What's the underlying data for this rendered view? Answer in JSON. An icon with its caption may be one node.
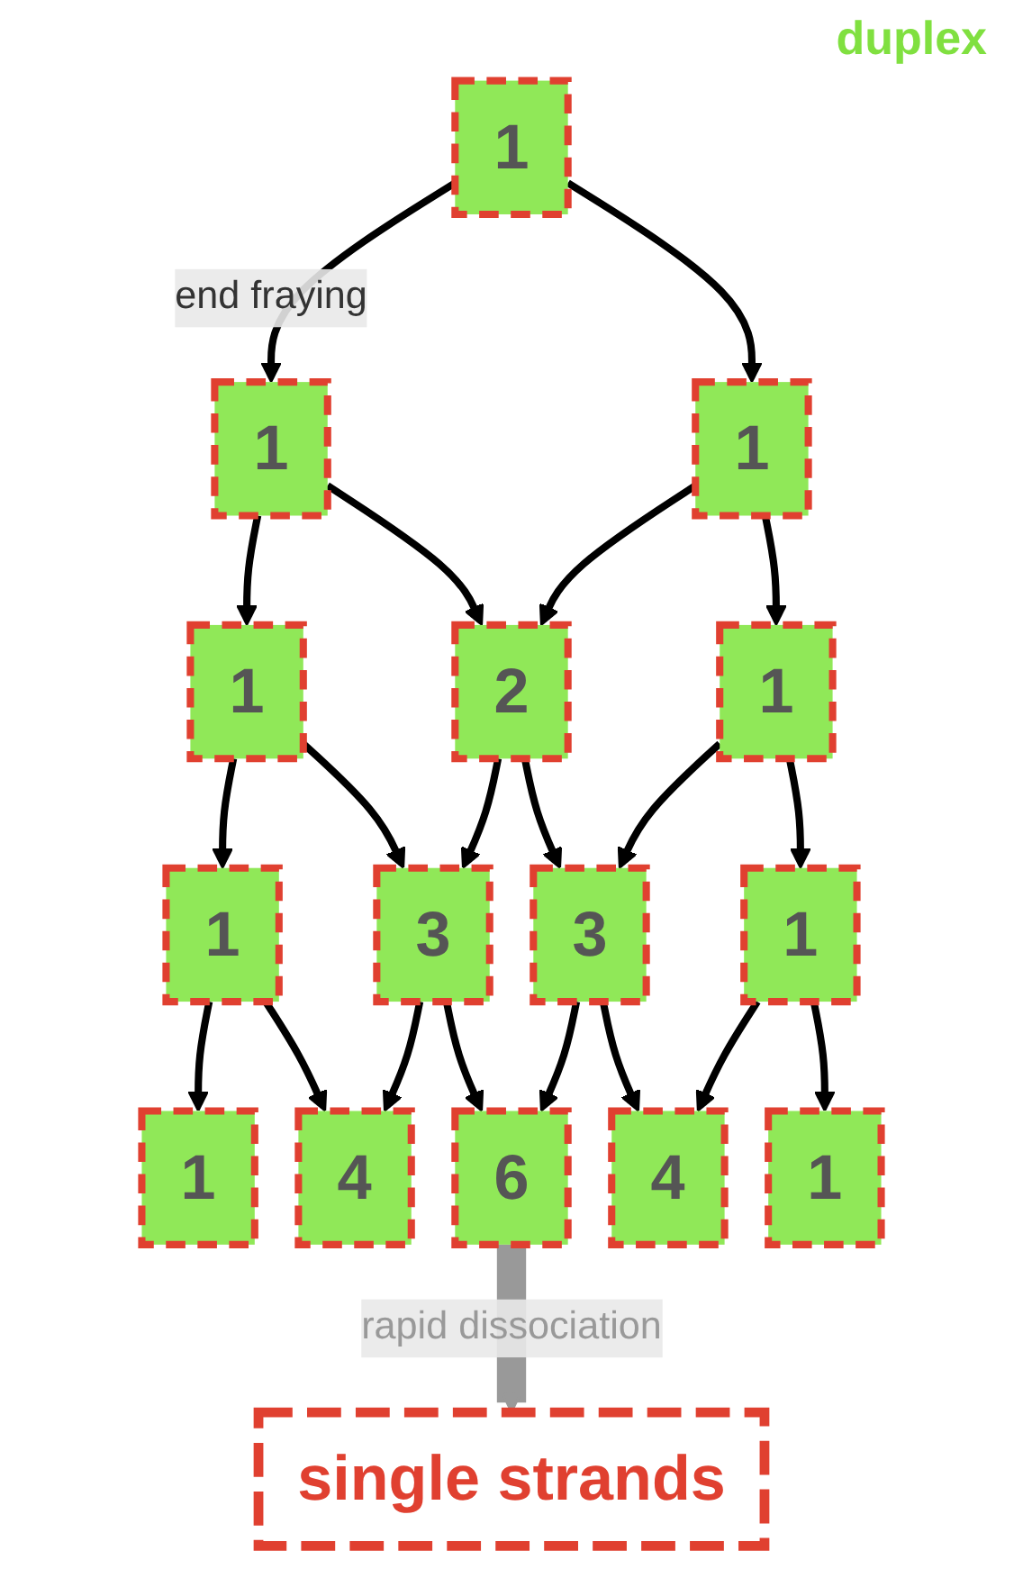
{
  "diagram": {
    "nodes": [
      {
        "text": [
          "1"
        ]
      },
      {
        "text": [
          "1"
        ]
      },
      {
        "text": [
          "1"
        ]
      },
      {
        "text": [
          "1"
        ]
      },
      {
        "text": [
          "2"
        ]
      },
      {
        "text": [
          "1"
        ]
      },
      {
        "text": [
          "1"
        ]
      },
      {
        "text": [
          "3"
        ]
      },
      {
        "text": [
          "3"
        ]
      },
      {
        "text": [
          "1"
        ]
      },
      {
        "text": [
          "1"
        ]
      },
      {
        "text": [
          "4"
        ]
      },
      {
        "text": [
          "6"
        ]
      },
      {
        "text": [
          "4"
        ]
      },
      {
        "text": [
          "1"
        ]
      },
      {
        "text": [
          "single strands"
        ]
      }
    ],
    "edges": [
      {
        "from": 0,
        "to": 1,
        "arrow": "to",
        "label": "end fraying"
      },
      {
        "from": 0,
        "to": 2,
        "arrow": "to"
      },
      {
        "from": 1,
        "to": 3,
        "arrow": "to"
      },
      {
        "from": 1,
        "to": 4,
        "arrow": "to"
      },
      {
        "from": 2,
        "to": 4,
        "arrow": "to"
      },
      {
        "from": 2,
        "to": 5,
        "arrow": "to"
      },
      {
        "from": 3,
        "to": 6,
        "arrow": "to"
      },
      {
        "from": 3,
        "to": 7,
        "arrow": "to"
      },
      {
        "from": 4,
        "to": 7,
        "arrow": "to"
      },
      {
        "from": 4,
        "to": 8,
        "arrow": "to"
      },
      {
        "from": 5,
        "to": 8,
        "arrow": "to"
      },
      {
        "from": 5,
        "to": 9,
        "arrow": "to"
      },
      {
        "from": 6,
        "to": 10,
        "arrow": "to"
      },
      {
        "from": 6,
        "to": 11,
        "arrow": "to"
      },
      {
        "from": 7,
        "to": 11,
        "arrow": "to"
      },
      {
        "from": 7,
        "to": 12,
        "arrow": "to"
      },
      {
        "from": 8,
        "to": 12,
        "arrow": "to"
      },
      {
        "from": 8,
        "to": 13,
        "arrow": "to"
      },
      {
        "from": 9,
        "to": 13,
        "arrow": "to"
      },
      {
        "from": 9,
        "to": 14,
        "arrow": "to"
      },
      {
        "from": 12,
        "to": 15,
        "arrow": "to",
        "label": "rapid dissociation",
        "style": "thick",
        "color": "#999999"
      }
    ],
    "labels": [
      "duplex"
    ]
  }
}
